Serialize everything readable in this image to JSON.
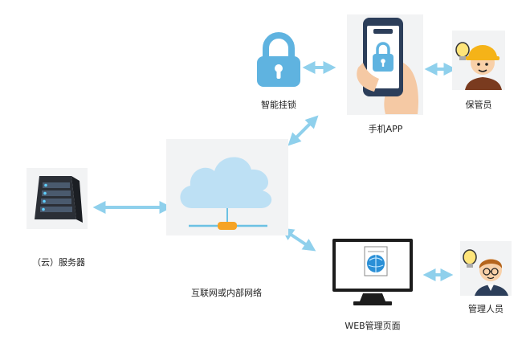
{
  "nodes": {
    "smart_lock": {
      "label": "智能挂锁",
      "icon": "padlock-icon"
    },
    "mobile_app": {
      "label": "手机APP",
      "icon": "smartphone-lock-icon"
    },
    "keeper": {
      "label": "保管员",
      "icon": "worker-with-helmet-icon"
    },
    "cloud": {
      "label": "互联网或内部网络",
      "icon": "cloud-network-icon"
    },
    "server": {
      "label": "（云）服务器",
      "icon": "server-icon"
    },
    "web_page": {
      "label": "WEB管理页面",
      "icon": "monitor-globe-icon"
    },
    "admin": {
      "label": "管理人员",
      "icon": "manager-with-bulb-icon"
    }
  },
  "colors": {
    "accent_blue": "#6cc1e3",
    "lock_blue": "#5fb3e0",
    "arrow_blue": "#8fd0ec",
    "cloud_blue": "#bde0f4",
    "connector_orange": "#f6a324"
  }
}
